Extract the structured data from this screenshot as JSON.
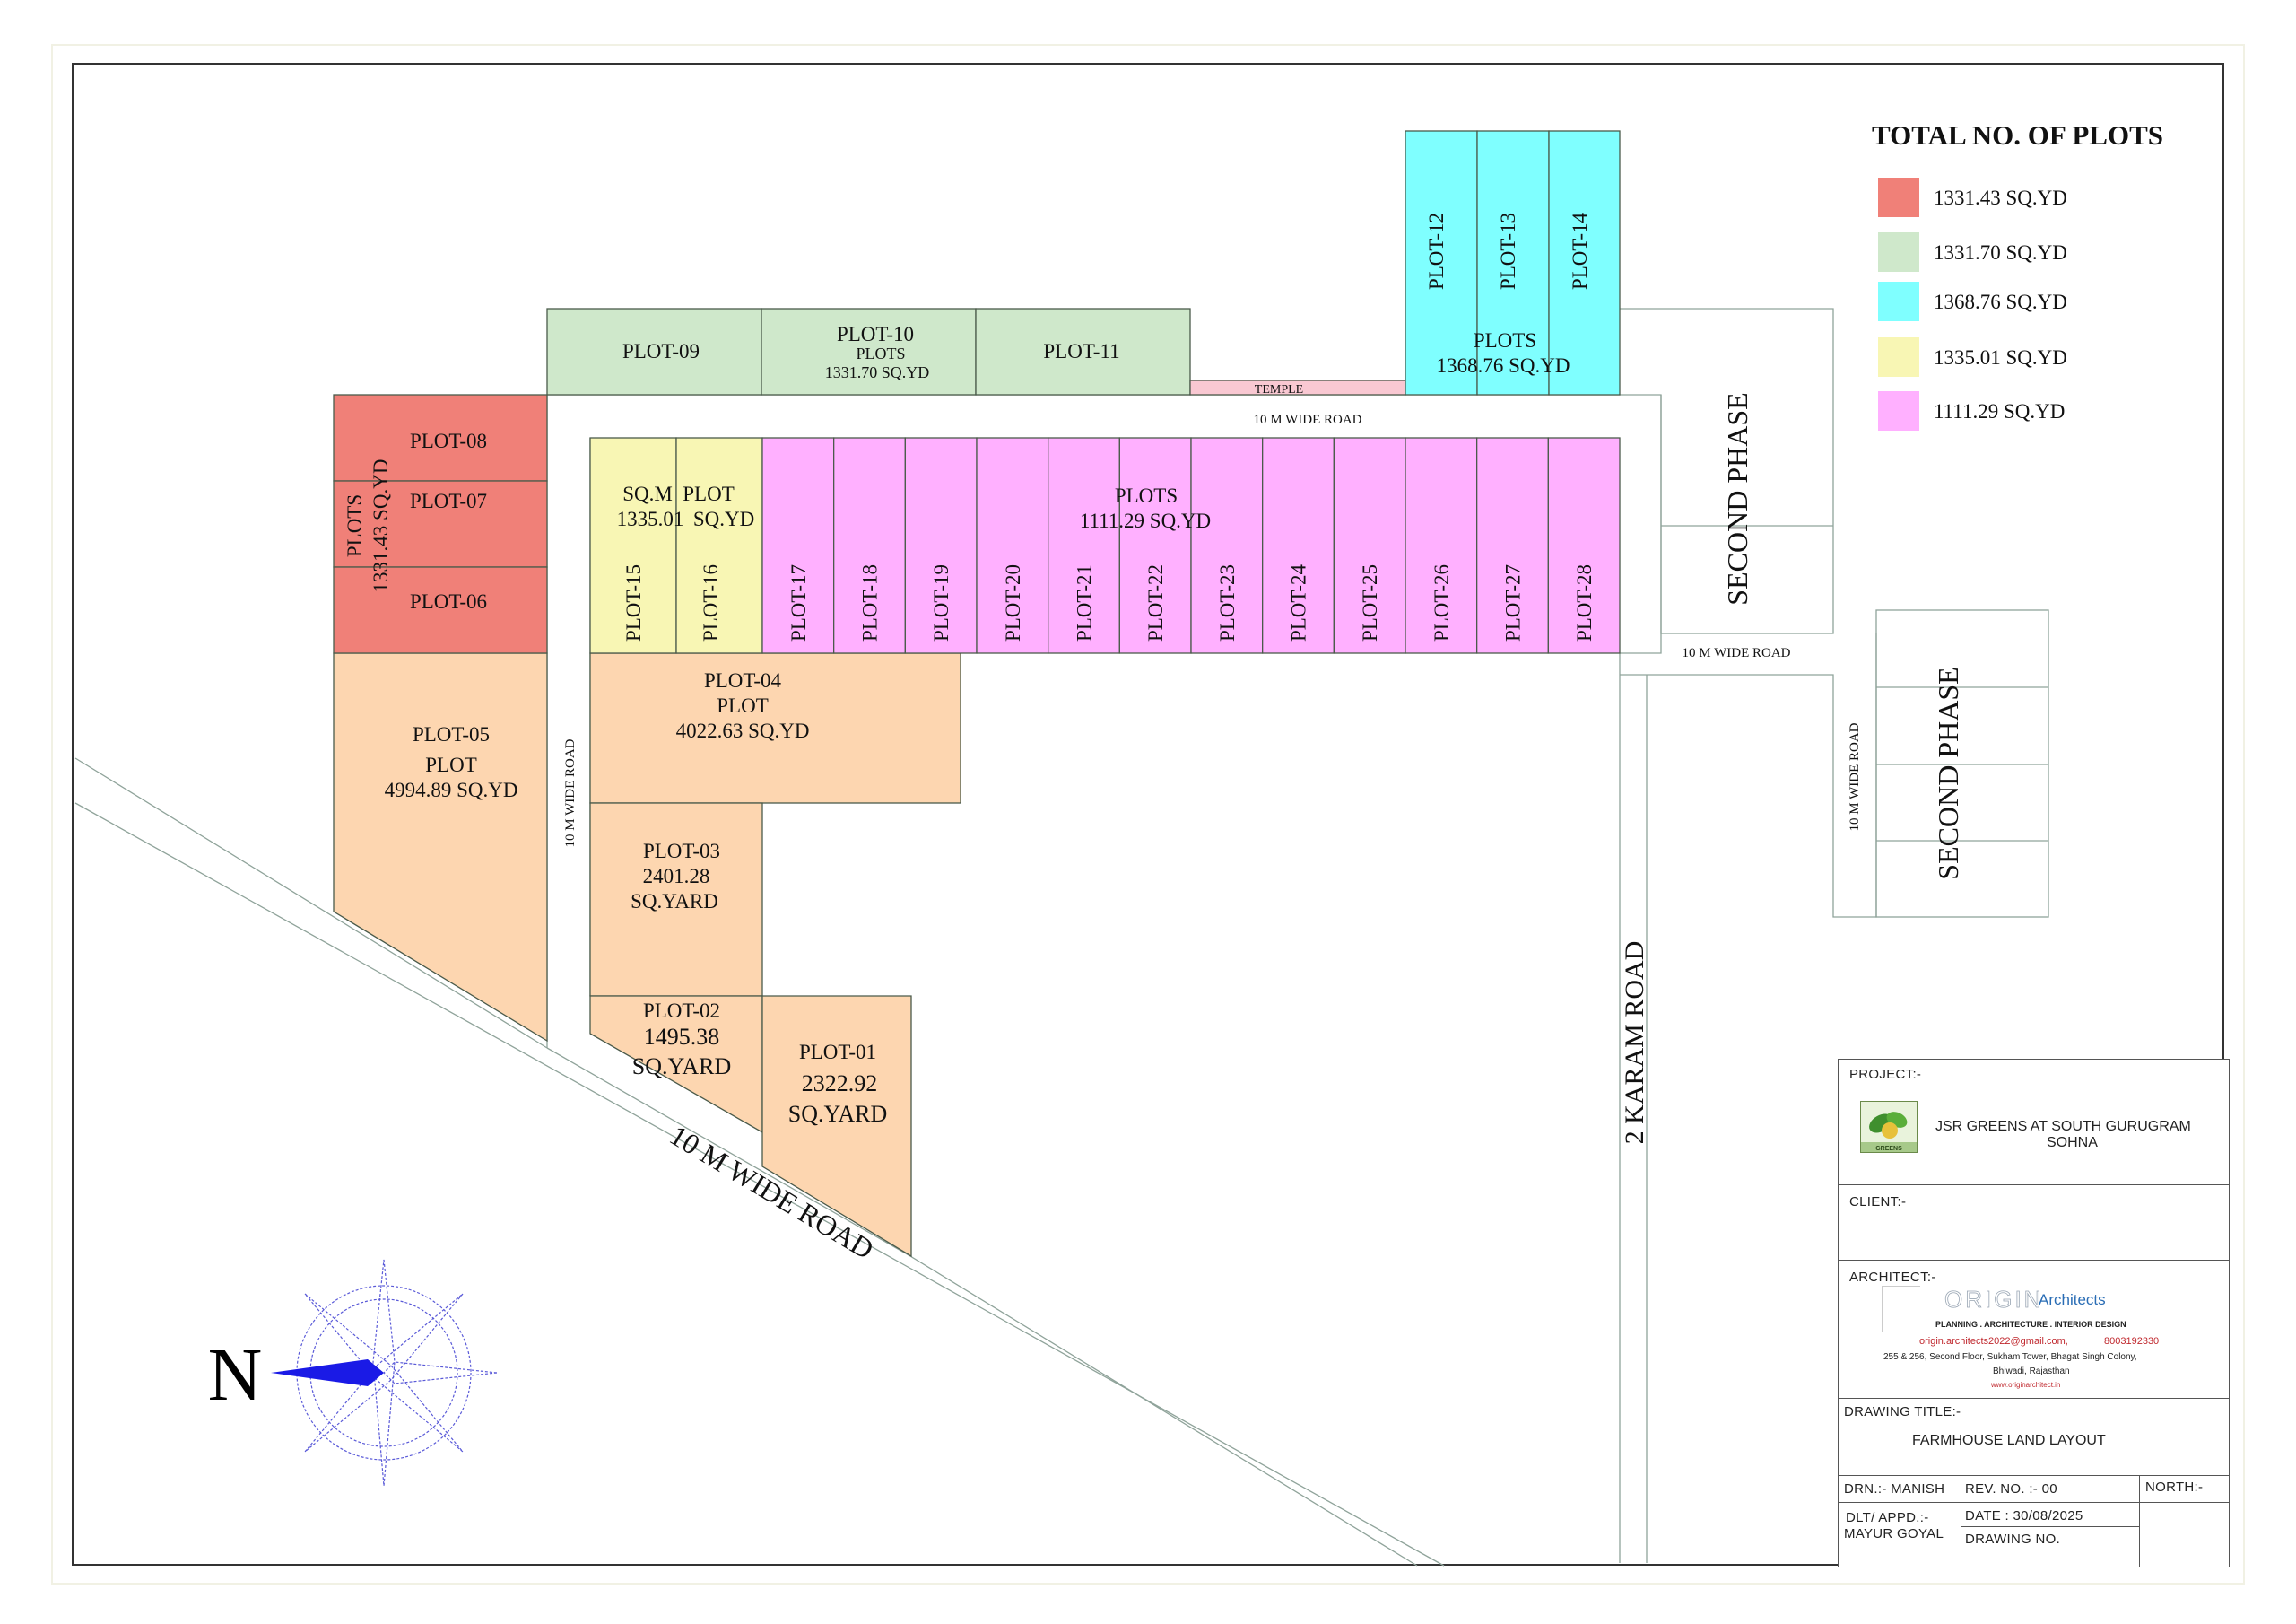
{
  "legend": {
    "title": "TOTAL NO. OF PLOTS",
    "items": [
      {
        "label": "1331.43 SQ.YD",
        "color": "#f08078"
      },
      {
        "label": "1331.70 SQ.YD",
        "color": "#cfe8cb"
      },
      {
        "label": "1368.76 SQ.YD",
        "color": "#7fffff"
      },
      {
        "label": "1335.01 SQ.YD",
        "color": "#f8f6b4"
      },
      {
        "label": "1111.29 SQ.YD",
        "color": "#ffb0ff"
      }
    ]
  },
  "colors": {
    "red": "#f08078",
    "green": "#cfe8cb",
    "cyan": "#7fffff",
    "yellow": "#f8f6b4",
    "pink": "#ffb0ff",
    "peach": "#fdd6b0",
    "temple": "#f9c8d2",
    "compass": "#1a1ae6"
  },
  "plots": {
    "p01": {
      "name": "PLOT-01",
      "area": "2322.92",
      "unit": "SQ.YARD"
    },
    "p02": {
      "name": "PLOT-02",
      "area": "1495.38",
      "unit": "SQ.YARD"
    },
    "p03": {
      "name": "PLOT-03",
      "area": "2401.28",
      "unit": "SQ.YARD"
    },
    "p04": {
      "name": "PLOT-04",
      "kind": "PLOT",
      "area": "4022.63 SQ.YD"
    },
    "p05": {
      "name": "PLOT-05",
      "kind": "PLOT",
      "area": "4994.89 SQ.YD"
    },
    "p06": {
      "name": "PLOT-06"
    },
    "p07": {
      "name": "PLOT-07"
    },
    "p08": {
      "name": "PLOT-08"
    },
    "p09": {
      "name": "PLOT-09"
    },
    "p10": {
      "name": "PLOT-10"
    },
    "p11": {
      "name": "PLOT-11"
    },
    "p12": {
      "name": "PLOT-12"
    },
    "p13": {
      "name": "PLOT-13"
    },
    "p14": {
      "name": "PLOT-14"
    },
    "p15": {
      "name": "PLOT-15"
    },
    "p16": {
      "name": "PLOT-16"
    },
    "p17": {
      "name": "PLOT-17"
    },
    "p18": {
      "name": "PLOT-18"
    },
    "p19": {
      "name": "PLOT-19"
    },
    "p20": {
      "name": "PLOT-20"
    },
    "p21": {
      "name": "PLOT-21"
    },
    "p22": {
      "name": "PLOT-22"
    },
    "p23": {
      "name": "PLOT-23"
    },
    "p24": {
      "name": "PLOT-24"
    },
    "p25": {
      "name": "PLOT-25"
    },
    "p26": {
      "name": "PLOT-26"
    },
    "p27": {
      "name": "PLOT-27"
    },
    "p28": {
      "name": "PLOT-28"
    }
  },
  "groups": {
    "red": {
      "word": "PLOTS",
      "area": "1331.43 SQ.YD"
    },
    "green": {
      "word": "PLOTS",
      "area": "1331.70 SQ.YD"
    },
    "cyan": {
      "word": "PLOTS",
      "area": "1368.76 SQ.YD"
    },
    "yellow": {
      "w1": "SQ.M",
      "w2": "PLOT",
      "area_a": "1335.01",
      "area_b": "SQ.YD"
    },
    "pink": {
      "word": "PLOTS",
      "area": "1111.29 SQ.YD"
    }
  },
  "labels": {
    "temple": "TEMPLE",
    "road_10m": "10 M WIDE ROAD",
    "road_10m_big": "10 M WIDE ROAD",
    "karam_road": "2 KARAM ROAD",
    "second_phase": "SECOND PHASE",
    "north_letter": "N"
  },
  "title_block": {
    "project_label": "PROJECT:-",
    "project_name": "JSR GREENS  AT SOUTH  GURUGRAM",
    "project_place": "SOHNA",
    "logo_text": "GREENS",
    "client_label": "CLIENT:-",
    "architect_label": "ARCHITECT:-",
    "firm_name": "ORIGIN",
    "firm_suffix": "Architects",
    "firm_tagline": "PLANNING . ARCHITECTURE . INTERIOR DESIGN",
    "firm_email": "origin.architects2022@gmail.com,",
    "firm_phone": "8003192330",
    "firm_address_1": "255 & 256, Second Floor, Sukham Tower, Bhagat Singh Colony,",
    "firm_address_2": "Bhiwadi, Rajasthan",
    "firm_web": "www.originarchitect.in",
    "drawing_title_label": "DRAWING TITLE:-",
    "drawing_title": "FARMHOUSE LAND LAYOUT",
    "drn": "DRN.:- MANISH",
    "rev": "REV. NO. :- 00",
    "north": "NORTH:-",
    "dlt_label": "DLT/ APPD.:-",
    "dlt_name": "MAYUR GOYAL",
    "date": "DATE : 30/08/2025",
    "drawing_no": "DRAWING NO."
  }
}
